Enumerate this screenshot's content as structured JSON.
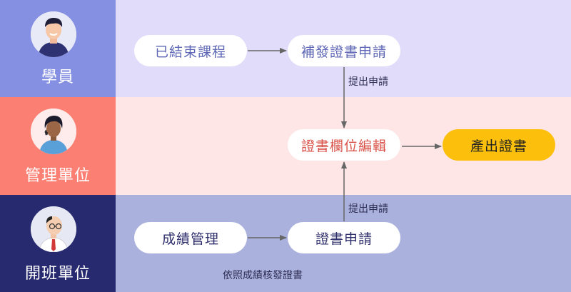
{
  "lanes": {
    "student": {
      "label": "學員",
      "avatar_icon": "student-avatar-icon",
      "color": "#8590e2",
      "bg": "#e1dcf9"
    },
    "admin": {
      "label": "管理單位",
      "avatar_icon": "admin-avatar-icon",
      "color": "#fb7f73",
      "bg": "#fde6e5"
    },
    "course": {
      "label": "開班單位",
      "avatar_icon": "course-avatar-icon",
      "color": "#272a6f",
      "bg": "#aab1dd"
    }
  },
  "nodes": {
    "ended_course": "已結束課程",
    "reissue_request": "補發證書申請",
    "certificate_edit": "證書欄位編輯",
    "produce_certificate": "產出證書",
    "grade_management": "成績管理",
    "certificate_request": "證書申請"
  },
  "edges": {
    "submit_request_top": "提出申請",
    "submit_request_bottom": "提出申請",
    "issue_by_grade": "依照成績核發證書"
  },
  "colors": {
    "output_highlight": "#fbbf0c",
    "edit_text": "#d9534a",
    "arrow": "#666666"
  }
}
